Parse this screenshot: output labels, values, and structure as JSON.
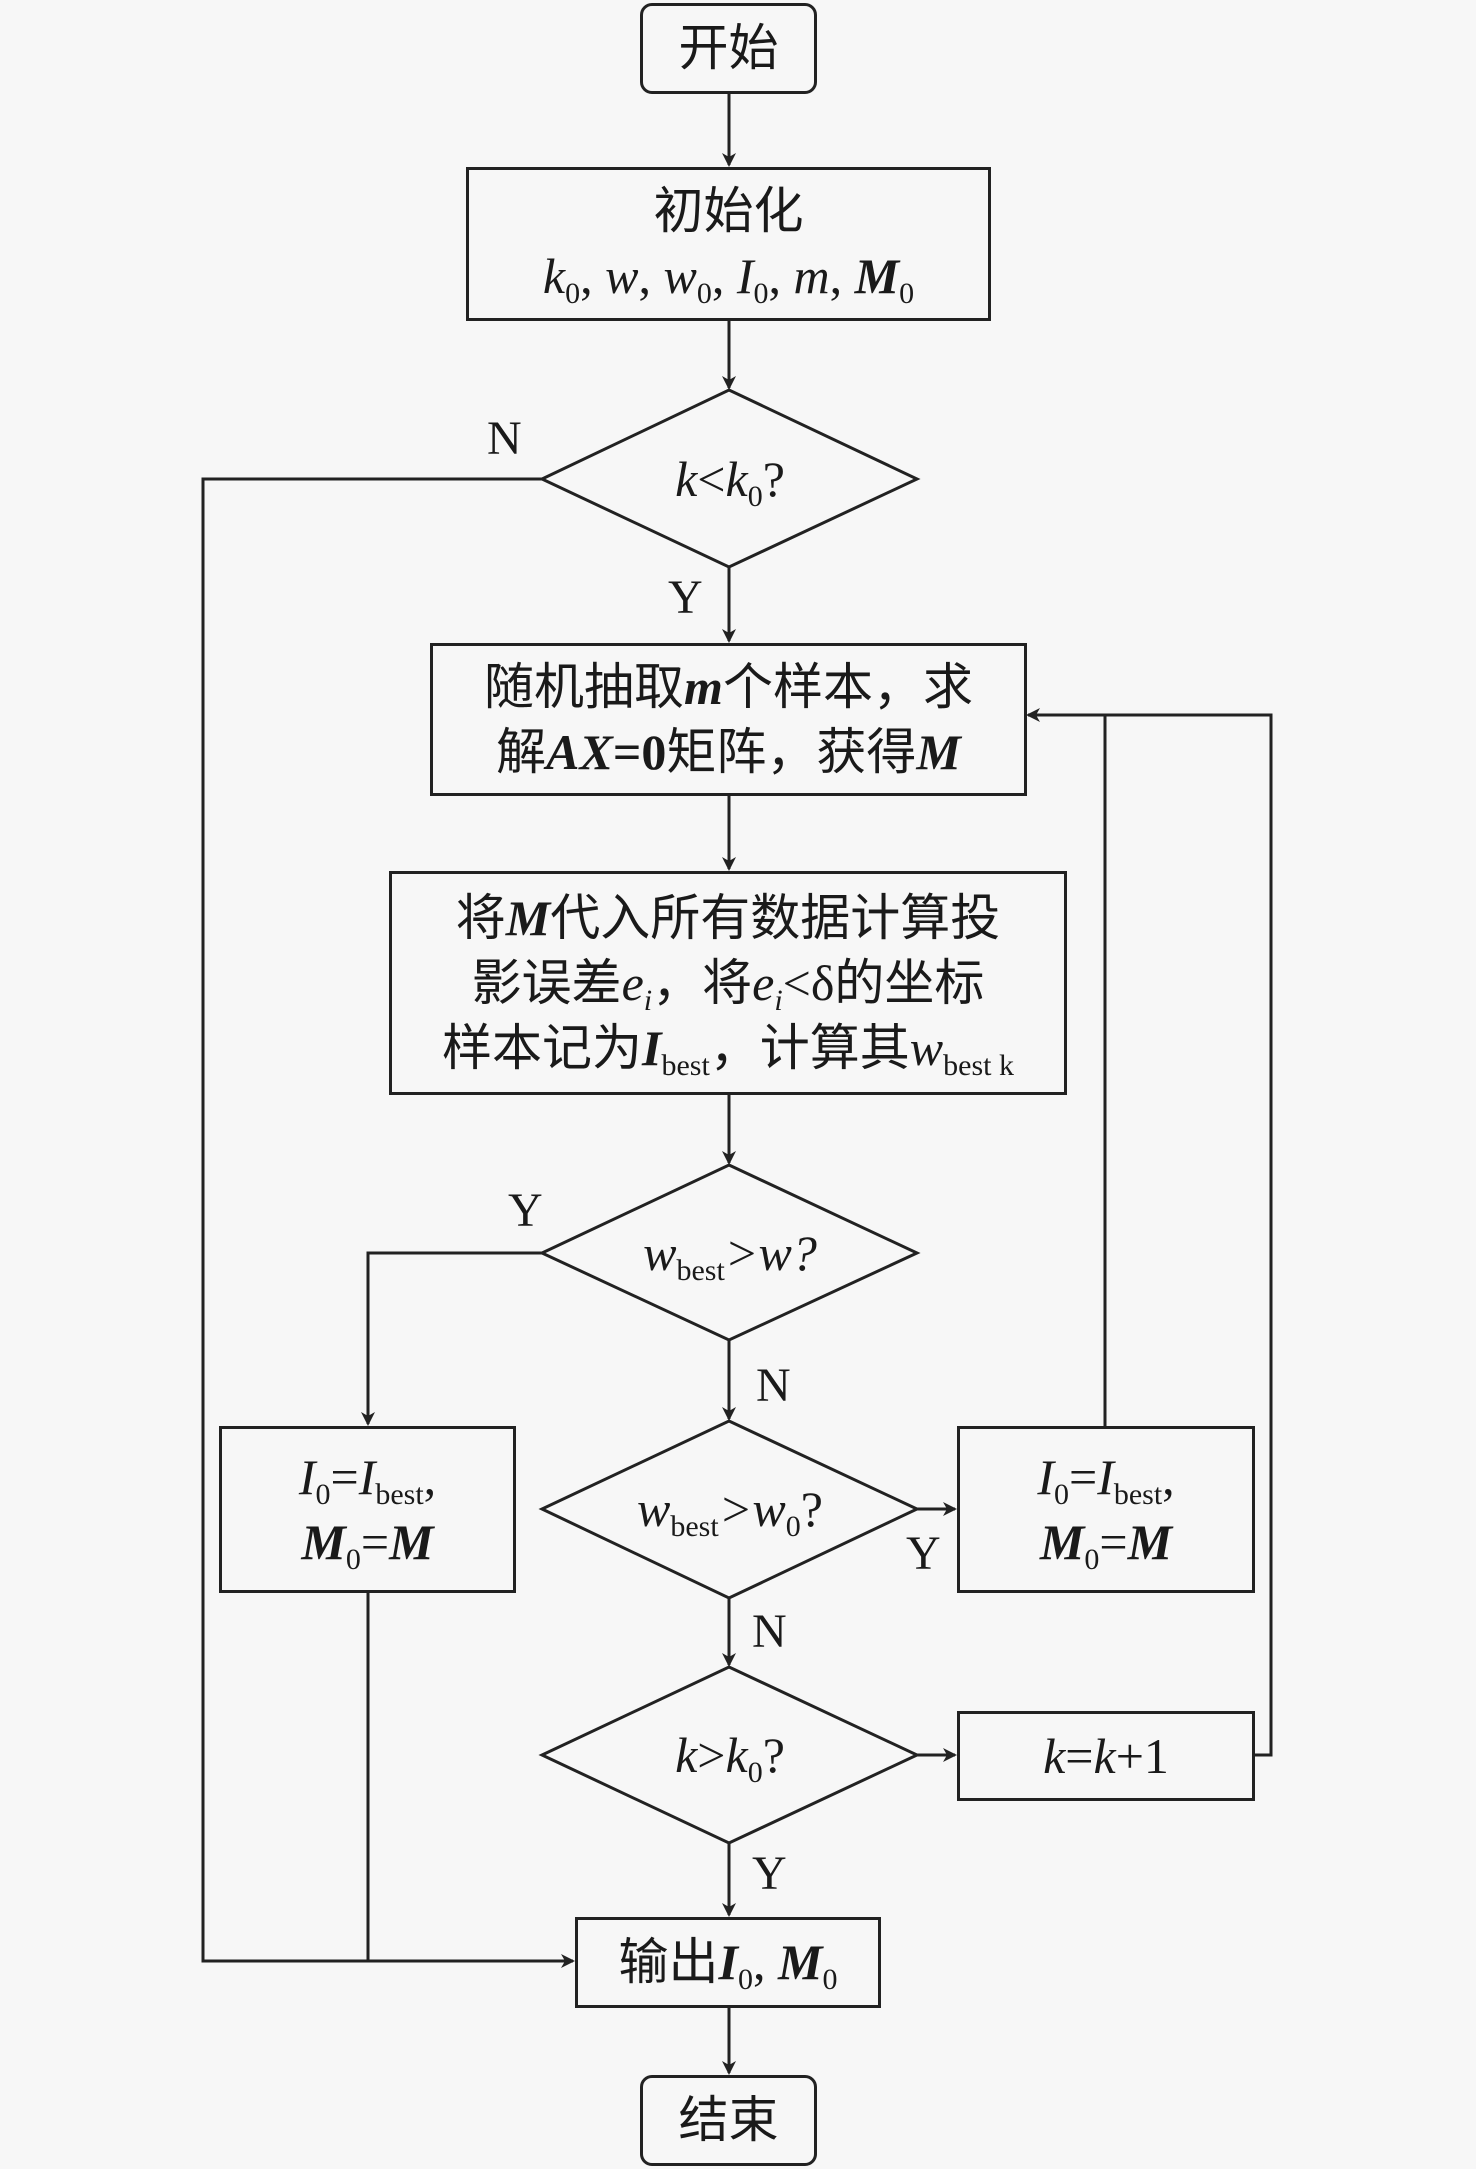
{
  "nodes": {
    "start": {
      "label": "开始"
    },
    "init": {
      "line1": "初始化",
      "vars": [
        "k",
        "w",
        "w",
        "I",
        "m",
        "M"
      ]
    },
    "cond1": {
      "text": "k<k0?"
    },
    "sample": {
      "line1_a": "随机抽取",
      "line1_m": "m",
      "line1_b": "个样本，求",
      "line2_a": "解",
      "line2_ax": "AX",
      "line2_eq": "=",
      "line2_zero": "0",
      "line2_b": "矩阵，获得",
      "line2_m": "M"
    },
    "project": {
      "l1_a": "将",
      "l1_m": "M",
      "l1_b": "代入所有数据计算投",
      "l2_a": "影误差",
      "l2_e": "e",
      "l2_i": "i",
      "l2_b": "，将",
      "l2_e2": "e",
      "l2_i2": "i",
      "l2_c": "<δ的坐标",
      "l3_a": "样本记为",
      "l3_I": "I",
      "l3_best": "best",
      "l3_b": "，计算其",
      "l3_w": "w",
      "l3_bestk": "best k"
    },
    "cond2": {
      "w": "w",
      "sub": "best",
      "rest": ">w?"
    },
    "cond3": {
      "w": "w",
      "sub": "best",
      "rest": ">w",
      "sub0": "0",
      "q": "?"
    },
    "cond4": {
      "k": "k",
      "gt": ">",
      "k0": "k",
      "sub0": "0",
      "q": "?"
    },
    "update_left": {
      "I0": "I",
      "s0": "0",
      "eq": "=",
      "Ib": "I",
      "best": "best",
      "comma": ",",
      "M0": "M",
      "m0": "0",
      "eq2": "=",
      "M": "M"
    },
    "update_right": {
      "I0": "I",
      "s0": "0",
      "eq": "=",
      "Ib": "I",
      "best": "best",
      "comma": ",",
      "M0": "M",
      "m0": "0",
      "eq2": "=",
      "M": "M"
    },
    "increment": {
      "text_k": "k",
      "text_eq": "=",
      "text_k2": "k",
      "text_rest": "+1"
    },
    "output": {
      "a": "输出",
      "I": "I",
      "s0": "0",
      "comma": ", ",
      "M": "M",
      "m0": "0"
    },
    "end": {
      "label": "结束"
    }
  },
  "edge_labels": {
    "cond1_no": "N",
    "cond1_yes": "Y",
    "cond2_yes": "Y",
    "cond2_no": "N",
    "cond3_yes": "Y",
    "cond3_no": "N",
    "cond4_yes": "Y"
  },
  "subscript_zero": "0",
  "comma": ", "
}
